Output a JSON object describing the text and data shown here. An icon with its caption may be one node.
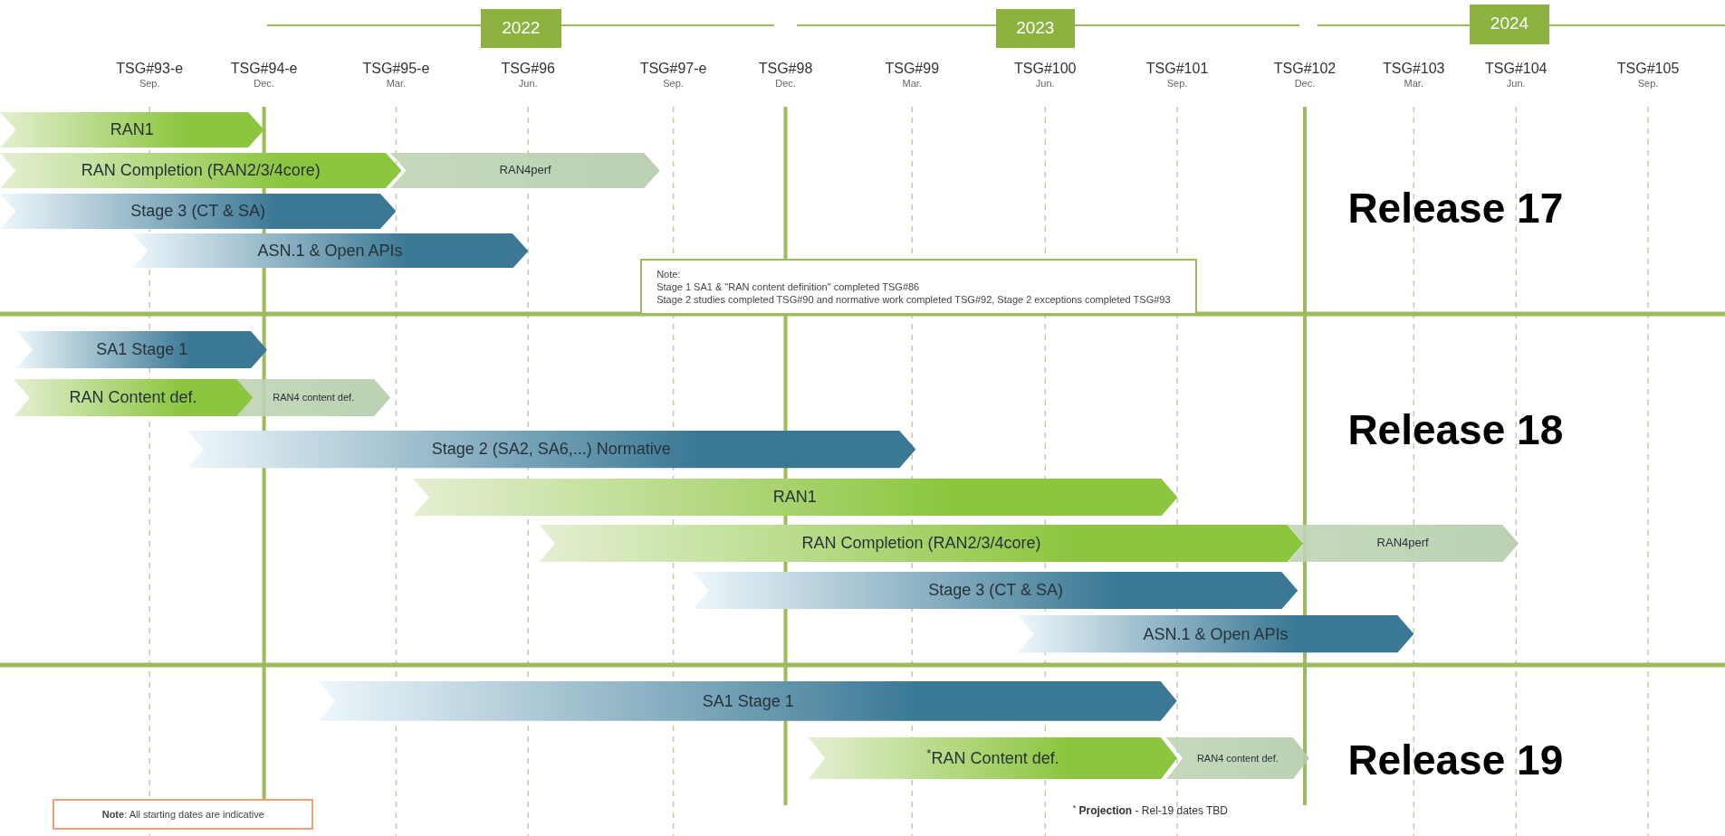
{
  "diagram": {
    "nodes": [
      {
        "text": [
          "2022"
        ]
      },
      {
        "text": [
          "2023"
        ]
      },
      {
        "text": [
          "2024"
        ]
      },
      {
        "text": [
          "RAN1"
        ]
      },
      {
        "text": [
          "RAN Completion (RAN2/3/4core)"
        ]
      },
      {
        "text": [
          "RAN4perf"
        ]
      },
      {
        "text": [
          "Stage 3 (CT & SA)"
        ]
      },
      {
        "text": [
          "ASN.1 & Open APIs"
        ]
      },
      {
        "text": [
          "Note:",
          "Stage 1 SA1 & \"RAN content definition\" completed TSG#86",
          "Stage 2 studies completed TSG#90 and normative work completed TSG#92, Stage 2 exceptions completed TSG#93"
        ]
      },
      {
        "text": [
          "SA1 Stage 1"
        ]
      },
      {
        "text": [
          "RAN Content def."
        ]
      },
      {
        "text": [
          "RAN4 content def."
        ]
      },
      {
        "text": [
          "Stage 2 (SA2, SA6,...) Normative"
        ]
      },
      {
        "text": [
          "RAN1"
        ]
      },
      {
        "text": [
          "RAN Completion (RAN2/3/4core)"
        ]
      },
      {
        "text": [
          "RAN4perf"
        ]
      },
      {
        "text": [
          "Stage 3 (CT & SA)"
        ]
      },
      {
        "text": [
          "ASN.1 & Open APIs"
        ]
      },
      {
        "text": [
          "SA1 Stage 1"
        ]
      },
      {
        "text": [
          "$^{*}$RAN Content def."
        ]
      },
      {
        "text": [
          "RAN4 content def."
        ]
      },
      {
        "text": [
          "**Note**: All starting dates are indicative"
        ]
      }
    ],
    "labels": [
      "TSG#93-e",
      "Sep.",
      "TSG#94-e",
      "Dec.",
      "TSG#95-e",
      "Mar.",
      "TSG#96",
      "Jun.",
      "TSG#97-e",
      "Sep.",
      "TSG#98",
      "Dec.",
      "TSG#99",
      "Mar.",
      "TSG#100",
      "Jun.",
      "TSG#101",
      "Sep.",
      "TSG#102",
      "Dec.",
      "TSG#103",
      "Mar.",
      "TSG#104",
      "Jun.",
      "TSG#105",
      "Sep.",
      "Release 17",
      "Release 18",
      "Release 19",
      "$^{*}$ **Projection** - Rel-19 dates TBD"
    ]
  }
}
